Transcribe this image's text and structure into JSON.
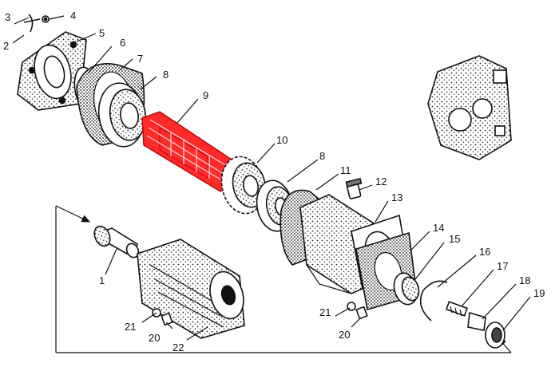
{
  "diagram": {
    "highlight_color": "#ff2a2a",
    "ink_color": "#111111",
    "highlighted_part": "9",
    "callouts": [
      {
        "id": "c1",
        "text": "1"
      },
      {
        "id": "c2",
        "text": "2"
      },
      {
        "id": "c3",
        "text": "3"
      },
      {
        "id": "c4",
        "text": "4"
      },
      {
        "id": "c5",
        "text": "5"
      },
      {
        "id": "c6",
        "text": "6"
      },
      {
        "id": "c7",
        "text": "7"
      },
      {
        "id": "c8a",
        "text": "8"
      },
      {
        "id": "c8b",
        "text": "8"
      },
      {
        "id": "c9",
        "text": "9"
      },
      {
        "id": "c10",
        "text": "10"
      },
      {
        "id": "c11",
        "text": "11"
      },
      {
        "id": "c12",
        "text": "12"
      },
      {
        "id": "c13",
        "text": "13"
      },
      {
        "id": "c14",
        "text": "14"
      },
      {
        "id": "c15",
        "text": "15"
      },
      {
        "id": "c16",
        "text": "16"
      },
      {
        "id": "c17",
        "text": "17"
      },
      {
        "id": "c18",
        "text": "18"
      },
      {
        "id": "c19",
        "text": "19"
      },
      {
        "id": "c20a",
        "text": "20"
      },
      {
        "id": "c20b",
        "text": "20"
      },
      {
        "id": "c21a",
        "text": "21"
      },
      {
        "id": "c21b",
        "text": "21"
      },
      {
        "id": "c22",
        "text": "22"
      }
    ]
  }
}
